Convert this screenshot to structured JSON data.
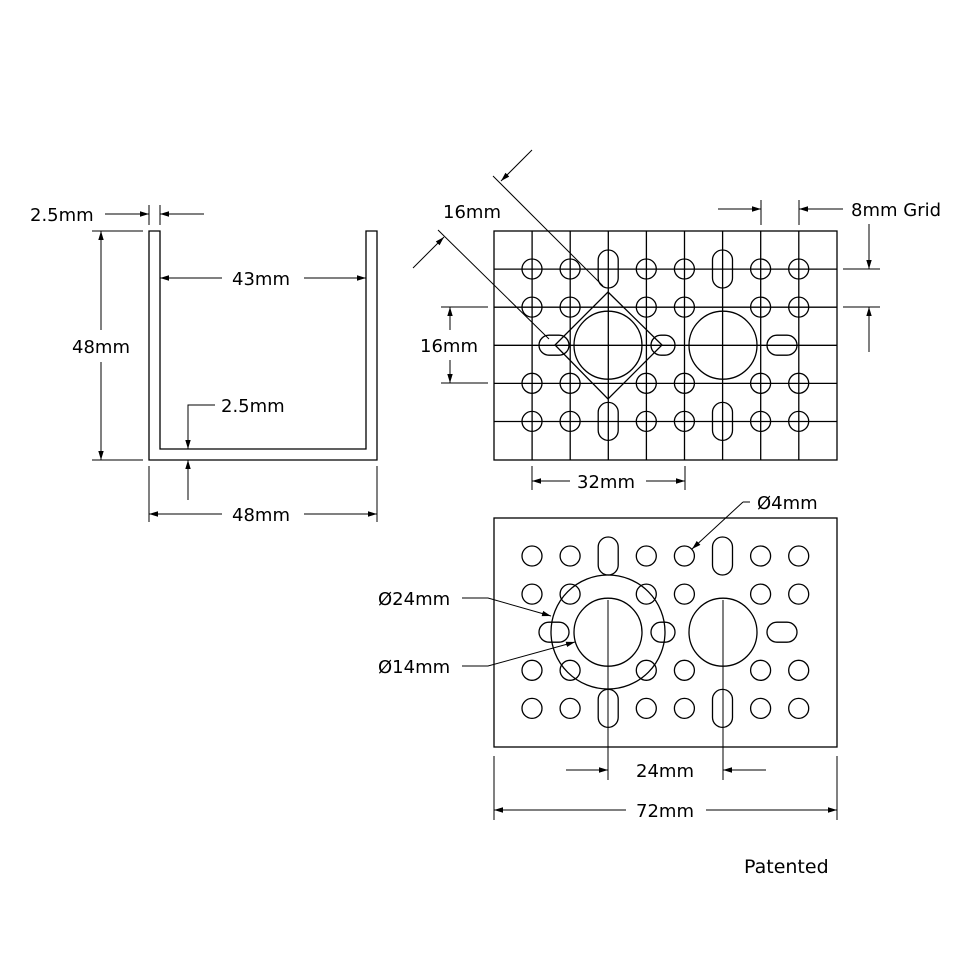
{
  "side_view": {
    "wall_thickness": "2.5mm",
    "height": "48mm",
    "inner_width": "43mm",
    "base_thickness": "2.5mm",
    "outer_width": "48mm"
  },
  "top_view": {
    "diagonal_spacing": "16mm",
    "grid_label": "8mm Grid",
    "vertical_spacing": "16mm",
    "horizontal_spacing": "32mm"
  },
  "bottom_view": {
    "small_hole_dia": "Ø4mm",
    "bolt_circle_dia": "Ø24mm",
    "center_hole_dia": "Ø14mm",
    "center_spacing": "24mm",
    "overall_width": "72mm"
  },
  "footer": {
    "note": "Patented"
  }
}
